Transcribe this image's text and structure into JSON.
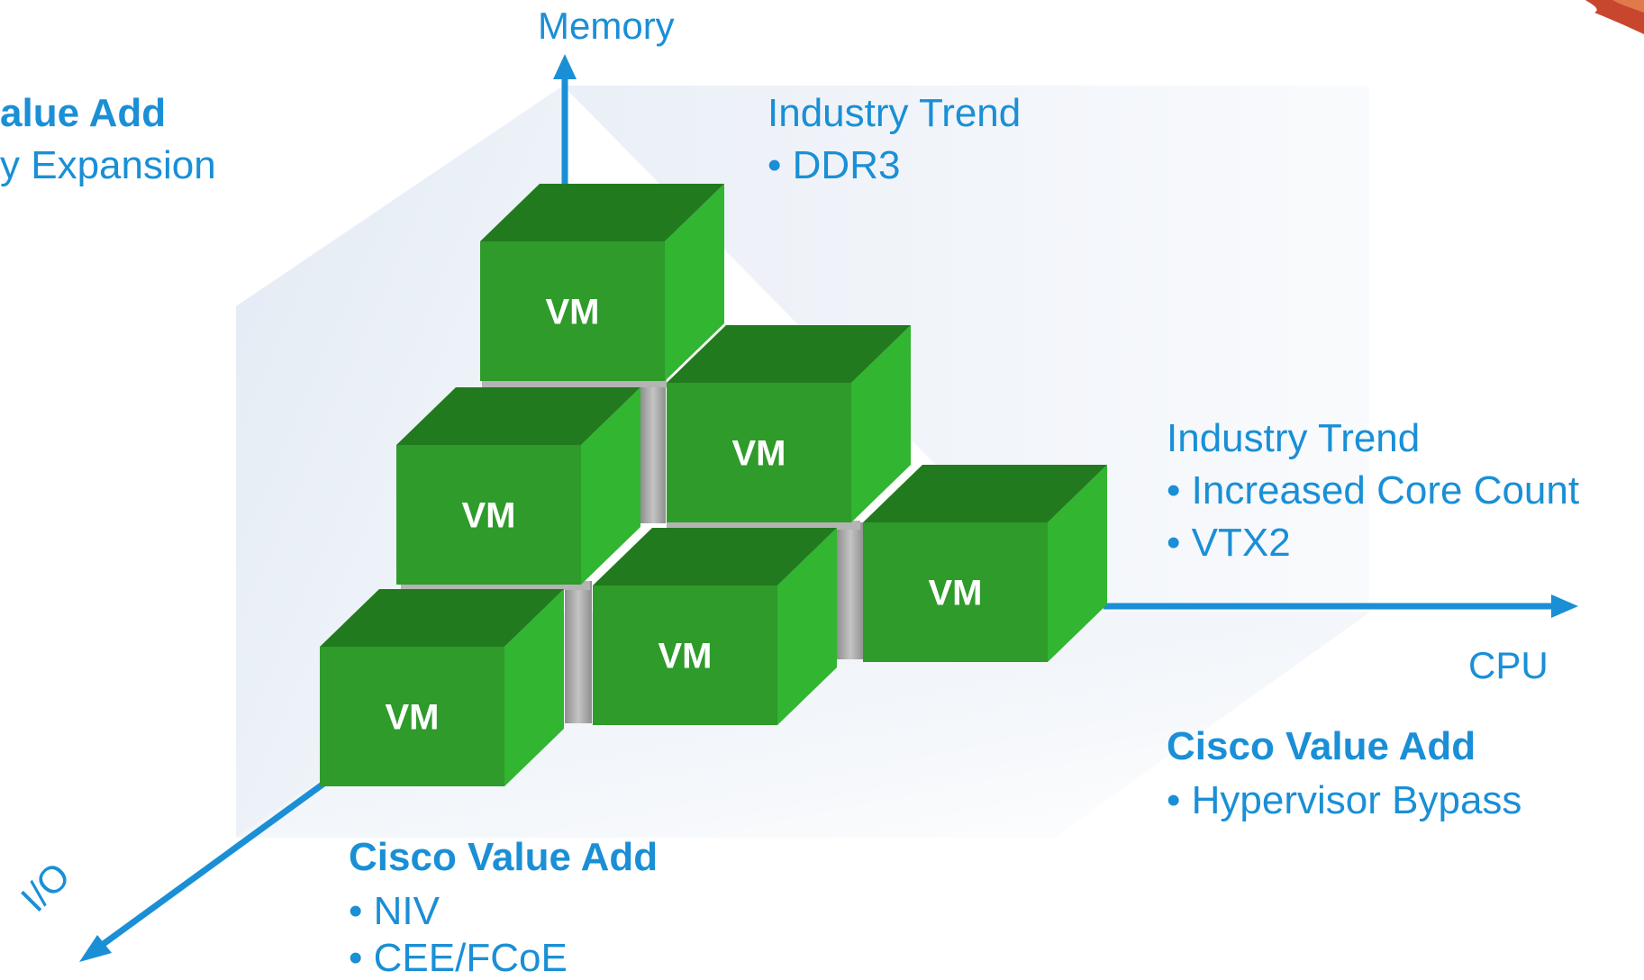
{
  "axes": {
    "memory": "Memory",
    "cpu": "CPU",
    "io": "I/O"
  },
  "vm_label": "VM",
  "blocks": [
    {
      "label": "VM"
    },
    {
      "label": "VM"
    },
    {
      "label": "VM"
    },
    {
      "label": "VM"
    },
    {
      "label": "VM"
    },
    {
      "label": "VM"
    }
  ],
  "memory_cisco": {
    "heading": "alue Add",
    "items": [
      "y Expansion"
    ]
  },
  "memory_industry": {
    "heading": "Industry Trend",
    "items": [
      "DDR3"
    ]
  },
  "cpu_industry": {
    "heading": "Industry Trend",
    "items": [
      "Increased Core Count",
      "VTX2"
    ]
  },
  "cpu_cisco": {
    "heading": "Cisco Value Add",
    "items": [
      "Hypervisor Bypass"
    ]
  },
  "io_cisco": {
    "heading": "Cisco Value Add",
    "items": [
      "NIV",
      "CEE/FCoE"
    ]
  },
  "colors": {
    "accent_blue": "#1a8fd6",
    "cube_front": "#2e9b2a",
    "cube_top": "#227a1f",
    "cube_side": "#32b530",
    "divider_gray": "#aaaaaa",
    "panel_bg": "#e8eef6",
    "corner_red": "#c8462e"
  },
  "icons": {
    "axis_arrow": "arrow-head",
    "decoration": "corner-splash"
  }
}
